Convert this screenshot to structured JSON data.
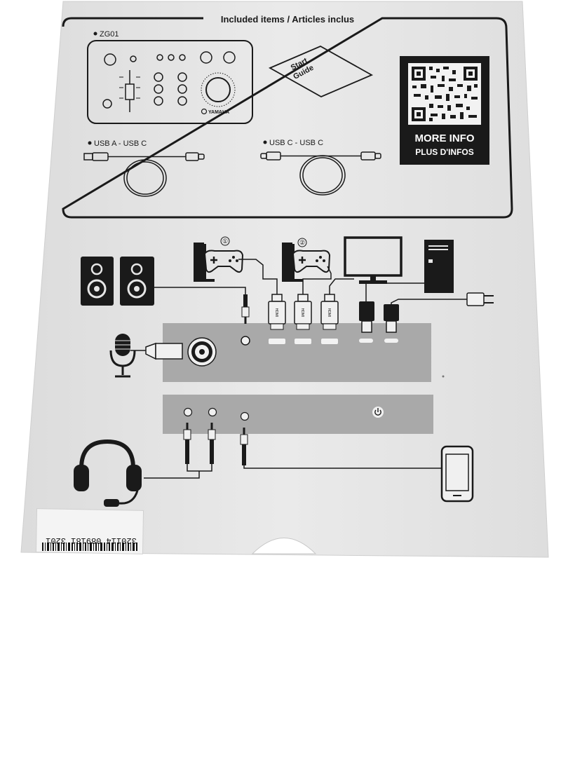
{
  "box": {
    "included_title": "Included items / Articles inclus",
    "model": "ZG01",
    "brand": "YAMAHA",
    "start_guide_line1": "Start",
    "start_guide_line2": "Guide",
    "cable1": "USB A - USB C",
    "cable2": "USB C - USB C",
    "more_info": "MORE INFO",
    "plus_infos": "PLUS D'INFOS",
    "console1_num": "①",
    "console2_num": "②",
    "hdmi": "HDMI",
    "barcode_text": "320114 089181 3201"
  },
  "colors": {
    "box_face": "#e6e6e6",
    "panel_gray": "#a9a9a9",
    "ink": "#1a1a1a",
    "sticker": "#f4f4f4"
  }
}
